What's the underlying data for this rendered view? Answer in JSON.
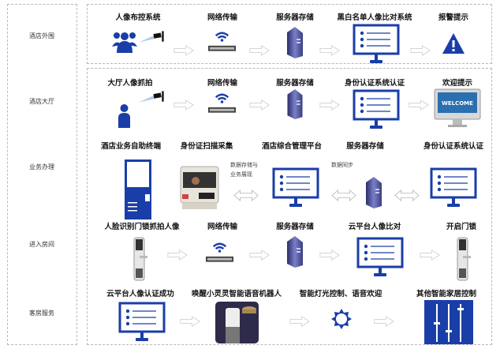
{
  "stages": [
    "酒店外围",
    "酒店大厅",
    "业务办理",
    "进入房间",
    "客房服务"
  ],
  "row1": [
    "人像布控系统",
    "网络传输",
    "服务器存储",
    "黑白名单人像比对系统",
    "报警提示"
  ],
  "row2": [
    "大厅人像抓拍",
    "网络传输",
    "服务器存储",
    "身份认证系统认证",
    "欢迎提示"
  ],
  "row3": [
    "酒店业务自助终端",
    "身份证扫描采集",
    "酒店综合管理平台",
    "服务器存储",
    "身份认证系统认证"
  ],
  "row3_notes": {
    "storage_line1": "数据存储与",
    "storage_line2": "业务展现",
    "sync": "数据同步"
  },
  "row4": [
    "人脸识别门锁抓拍人像",
    "网络传输",
    "服务器存储",
    "云平台人像比对",
    "开启门锁"
  ],
  "row5": [
    "云平台人像认证成功",
    "唤醒小灵灵智能语音机器人",
    "智能灯光控制、语音欢迎",
    "其他智能家居控制"
  ],
  "welcome_text": "WELCOME",
  "colors": {
    "accent": "#1a3ea8",
    "server": "#5a5fa8",
    "arrow": "#cfcfcf"
  }
}
